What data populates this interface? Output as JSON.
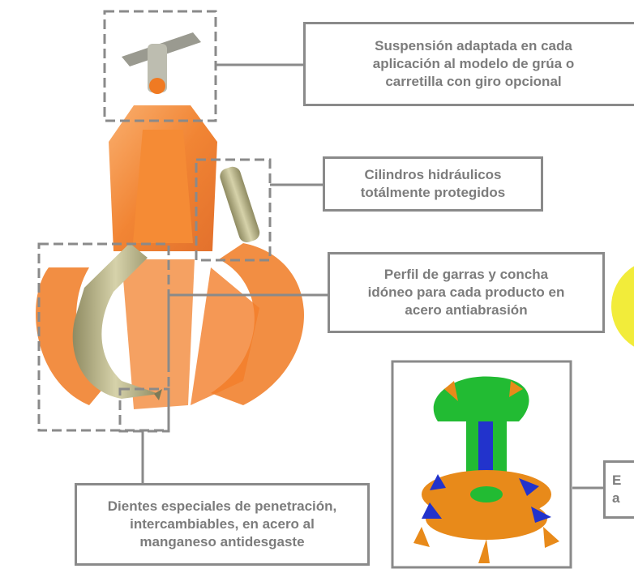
{
  "callouts": {
    "suspension": "Suspensión adaptada en cada\naplicación al modelo de grúa o\ncarretilla con giro opcional",
    "cilindros": "Cilindros hidráulicos\ntotálmente protegidos",
    "perfil": "Perfil de garras y concha\nidóneo para cada producto en\nacero antiabrasión",
    "dientes": "Dientes especiales de penetración,\nintercambiables,  en acero al\nmanganeso antidesgaste",
    "partial": "E\na"
  },
  "colors": {
    "grab_orange": "#f07a22",
    "claw_khaki": "#b8b48a",
    "box_border": "#8a8a8a",
    "text_gray": "#7c7c7c",
    "fem_blue": "#2233cc",
    "fem_green": "#22bb33",
    "fem_orange": "#e88a1a",
    "yellow_disc": "#f2ec3a"
  }
}
